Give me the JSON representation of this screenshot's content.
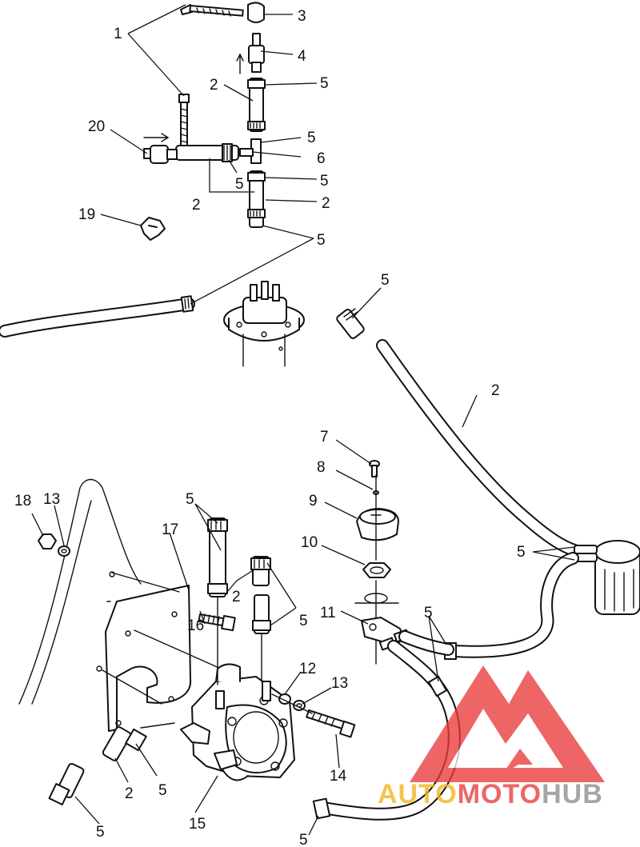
{
  "callouts": {
    "c1": "1",
    "c3": "3",
    "c4": "4",
    "c2a": "2",
    "c5a": "5",
    "c20": "20",
    "c5b": "5",
    "c6": "6",
    "c5c": "5",
    "c5d": "5",
    "c2b": "2",
    "c2c": "2",
    "c19": "19",
    "c5e": "5",
    "c5f": "5",
    "c2d": "2",
    "c7": "7",
    "c8": "8",
    "c9": "9",
    "c10": "10",
    "c5g": "5",
    "c11": "11",
    "c5h": "5",
    "c18": "18",
    "c13a": "13",
    "c17": "17",
    "c5i": "5",
    "c2e": "2",
    "c5j": "5",
    "c16": "16",
    "c12": "12",
    "c13b": "13",
    "c14": "14",
    "c2f": "2",
    "c5k": "5",
    "c5l": "5",
    "c15": "15",
    "c5m": "5"
  },
  "watermark": {
    "part1": "AUTO",
    "part2": "MOTO",
    "part3": "HUB",
    "color_logo": "#e83a3a",
    "color_auto": "#f2b41e",
    "color_moto": "#e83a3a",
    "color_hub": "#8c8c8c"
  }
}
